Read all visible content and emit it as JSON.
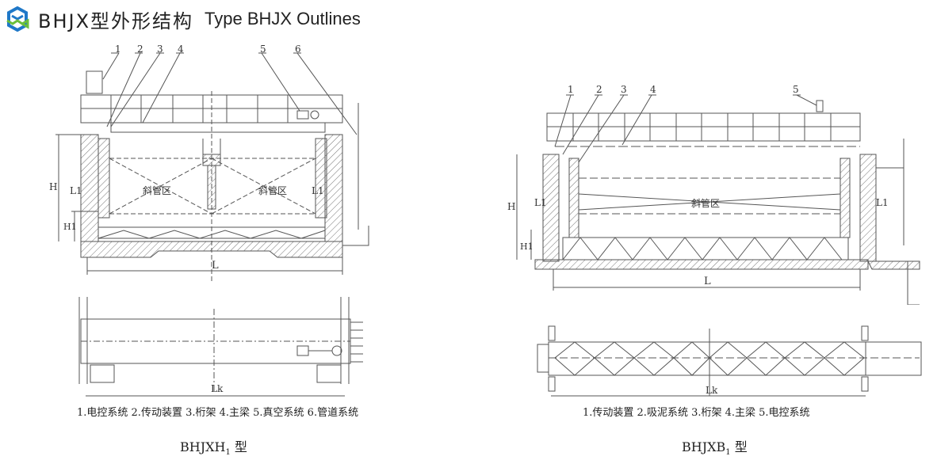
{
  "header": {
    "logo_icon": "hexagon-logo-icon",
    "title_cn": "BHJX型外形结构",
    "title_en": "Type BHJX Outlines"
  },
  "colors": {
    "logo_blue": "#1f78c8",
    "logo_green": "#6bbf3b",
    "line": "#555555"
  },
  "left_drawing": {
    "callouts": [
      "1",
      "2",
      "3",
      "4",
      "5",
      "6"
    ],
    "zone_label": "斜管区",
    "dims": {
      "H": "H",
      "H1": "H1",
      "L1": "L1",
      "L": "L",
      "Lk": "Lk"
    },
    "legend": "1.电控系统 2.传动装置 3.桁架 4.主梁 5.真空系统 6.管道系统",
    "caption_main": "BHJXH",
    "caption_sub": "1",
    "caption_suffix": " 型"
  },
  "right_drawing": {
    "callouts": [
      "1",
      "2",
      "3",
      "4",
      "5"
    ],
    "zone_label": "斜管区",
    "dims": {
      "H": "H",
      "H1": "H1",
      "L1": "L1",
      "L": "L",
      "Lk": "Lk"
    },
    "legend": "1.传动装置   2.吸泥系统   3.桁架   4.主梁   5.电控系统",
    "caption_main": "BHJXB",
    "caption_sub": "1",
    "caption_suffix": " 型"
  }
}
